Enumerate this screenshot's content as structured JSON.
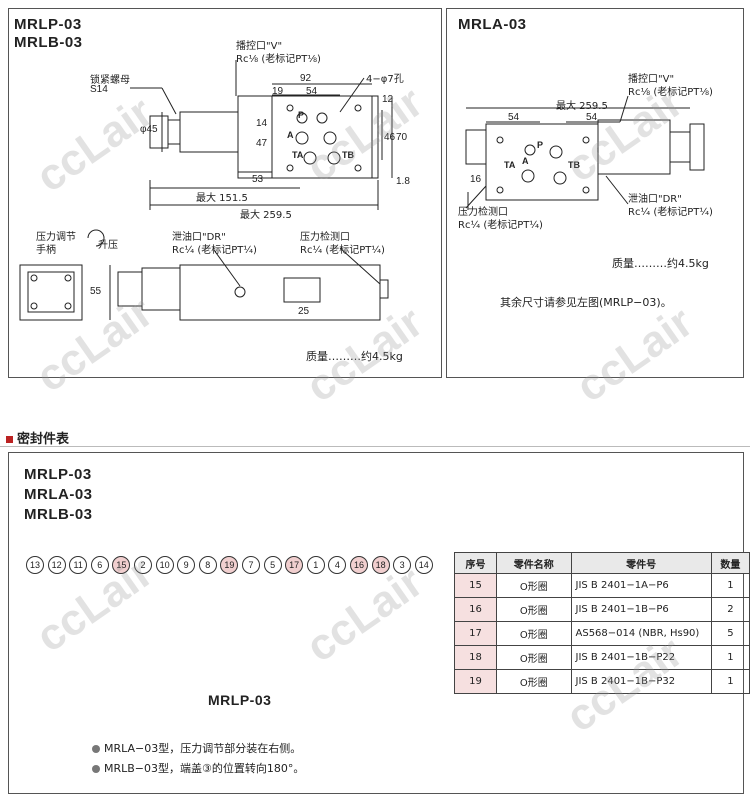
{
  "top_left": {
    "model_1": "MRLP-03",
    "model_2": "MRLB-03",
    "label_pilot_port": "播控口\"V\"",
    "label_pilot_rc": "Rc⅛ (老标记PT⅛)",
    "label_locknut": "锁紧螺母",
    "label_s14": "S14",
    "dim_92": "92",
    "dim_19": "19",
    "dim_54": "54",
    "dim_4phi7": "4−φ7孔",
    "dim_12": "12",
    "dim_phi45": "φ45",
    "dim_14": "14",
    "dim_47": "47",
    "dim_46": "46",
    "dim_70": "70",
    "dim_53": "53",
    "dim_1_8": "1.8",
    "dim_max151": "最大 151.5",
    "dim_max259": "最大 259.5",
    "port_p": "P",
    "port_a": "A",
    "port_ta": "TA",
    "port_tb": "TB",
    "label_adj": "压力调节",
    "label_handle": "手柄",
    "label_up": "升压",
    "label_drain": "泄油口\"DR\"",
    "label_drain_rc": "Rc¼ (老标记PT¼)",
    "label_gauge": "压力检测口",
    "label_gauge_rc": "Rc¼ (老标记PT¼)",
    "dim_55": "55",
    "dim_25": "25",
    "mass": "质量………约4.5kg"
  },
  "top_right": {
    "model": "MRLA-03",
    "label_pilot_port": "播控口\"V\"",
    "label_pilot_rc": "Rc⅛ (老标记PT⅛)",
    "dim_max259": "最大 259.5",
    "dim_54a": "54",
    "dim_54b": "54",
    "dim_16": "16",
    "port_p": "P",
    "port_a": "A",
    "port_ta": "TA",
    "port_tb": "TB",
    "label_gauge": "压力检测口",
    "label_gauge_rc": "Rc¼ (老标记PT¼)",
    "label_drain": "泄油口\"DR\"",
    "label_drain_rc": "Rc¼ (老标记PT¼)",
    "mass": "质量………约4.5kg",
    "note": "其余尺寸请参见左图(MRLP−03)。"
  },
  "section": {
    "title": "密封件表"
  },
  "bottom": {
    "model_1": "MRLP-03",
    "model_2": "MRLA-03",
    "model_3": "MRLB-03",
    "parts": [
      "13",
      "12",
      "11",
      "6",
      "15",
      "2",
      "10",
      "9",
      "8",
      "19",
      "7",
      "5",
      "17",
      "1",
      "4",
      "16",
      "18",
      "3",
      "14"
    ],
    "highlighted_parts": [
      "15",
      "19",
      "17",
      "16",
      "18"
    ],
    "section_label": "MRLP-03",
    "note_1": "MRLA−03型，压力调节部分装在右侧。",
    "note_2": "MRLB−03型，端盖③的位置转向180°。"
  },
  "seal_table": {
    "headers": [
      "序号",
      "零件名称",
      "零件号",
      "数量"
    ],
    "rows": [
      [
        "15",
        "O形圈",
        "JIS B 2401−1A−P6",
        "1"
      ],
      [
        "16",
        "O形圈",
        "JIS B 2401−1B−P6",
        "2"
      ],
      [
        "17",
        "O形圈",
        "AS568−014 (NBR, Hs90)",
        "5"
      ],
      [
        "18",
        "O形圈",
        "JIS B 2401−1B−P22",
        "1"
      ],
      [
        "19",
        "O形圈",
        "JIS B 2401−1B−P32",
        "1"
      ]
    ]
  },
  "watermark": "ccLair"
}
